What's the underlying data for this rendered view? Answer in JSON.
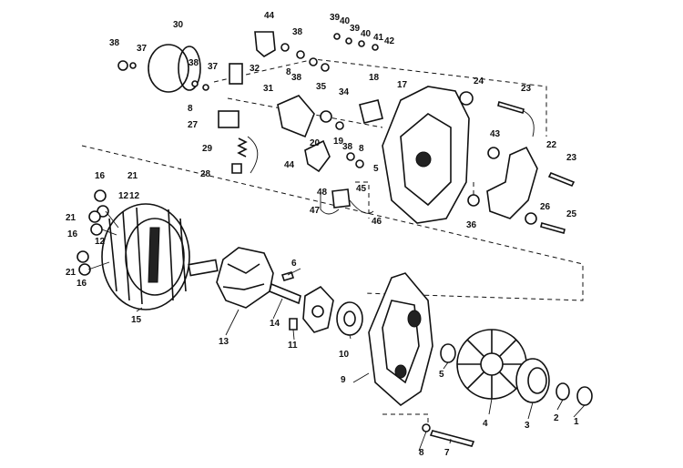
{
  "labels": [
    "1",
    "2",
    "3",
    "4",
    "5",
    "5",
    "6",
    "7",
    "8",
    "8",
    "8",
    "8",
    "9",
    "10",
    "11",
    "12",
    "12",
    "12",
    "13",
    "14",
    "15",
    "16",
    "16",
    "16",
    "17",
    "18",
    "19",
    "20",
    "21",
    "21",
    "21",
    "22",
    "23",
    "23",
    "24",
    "25",
    "26",
    "27",
    "28",
    "29",
    "30",
    "31",
    "32",
    "34",
    "35",
    "36",
    "37",
    "37",
    "38",
    "38",
    "38",
    "38",
    "38",
    "39",
    "39",
    "40",
    "40",
    "41",
    "42",
    "43",
    "44",
    "44",
    "45",
    "46",
    "47",
    "48"
  ]
}
